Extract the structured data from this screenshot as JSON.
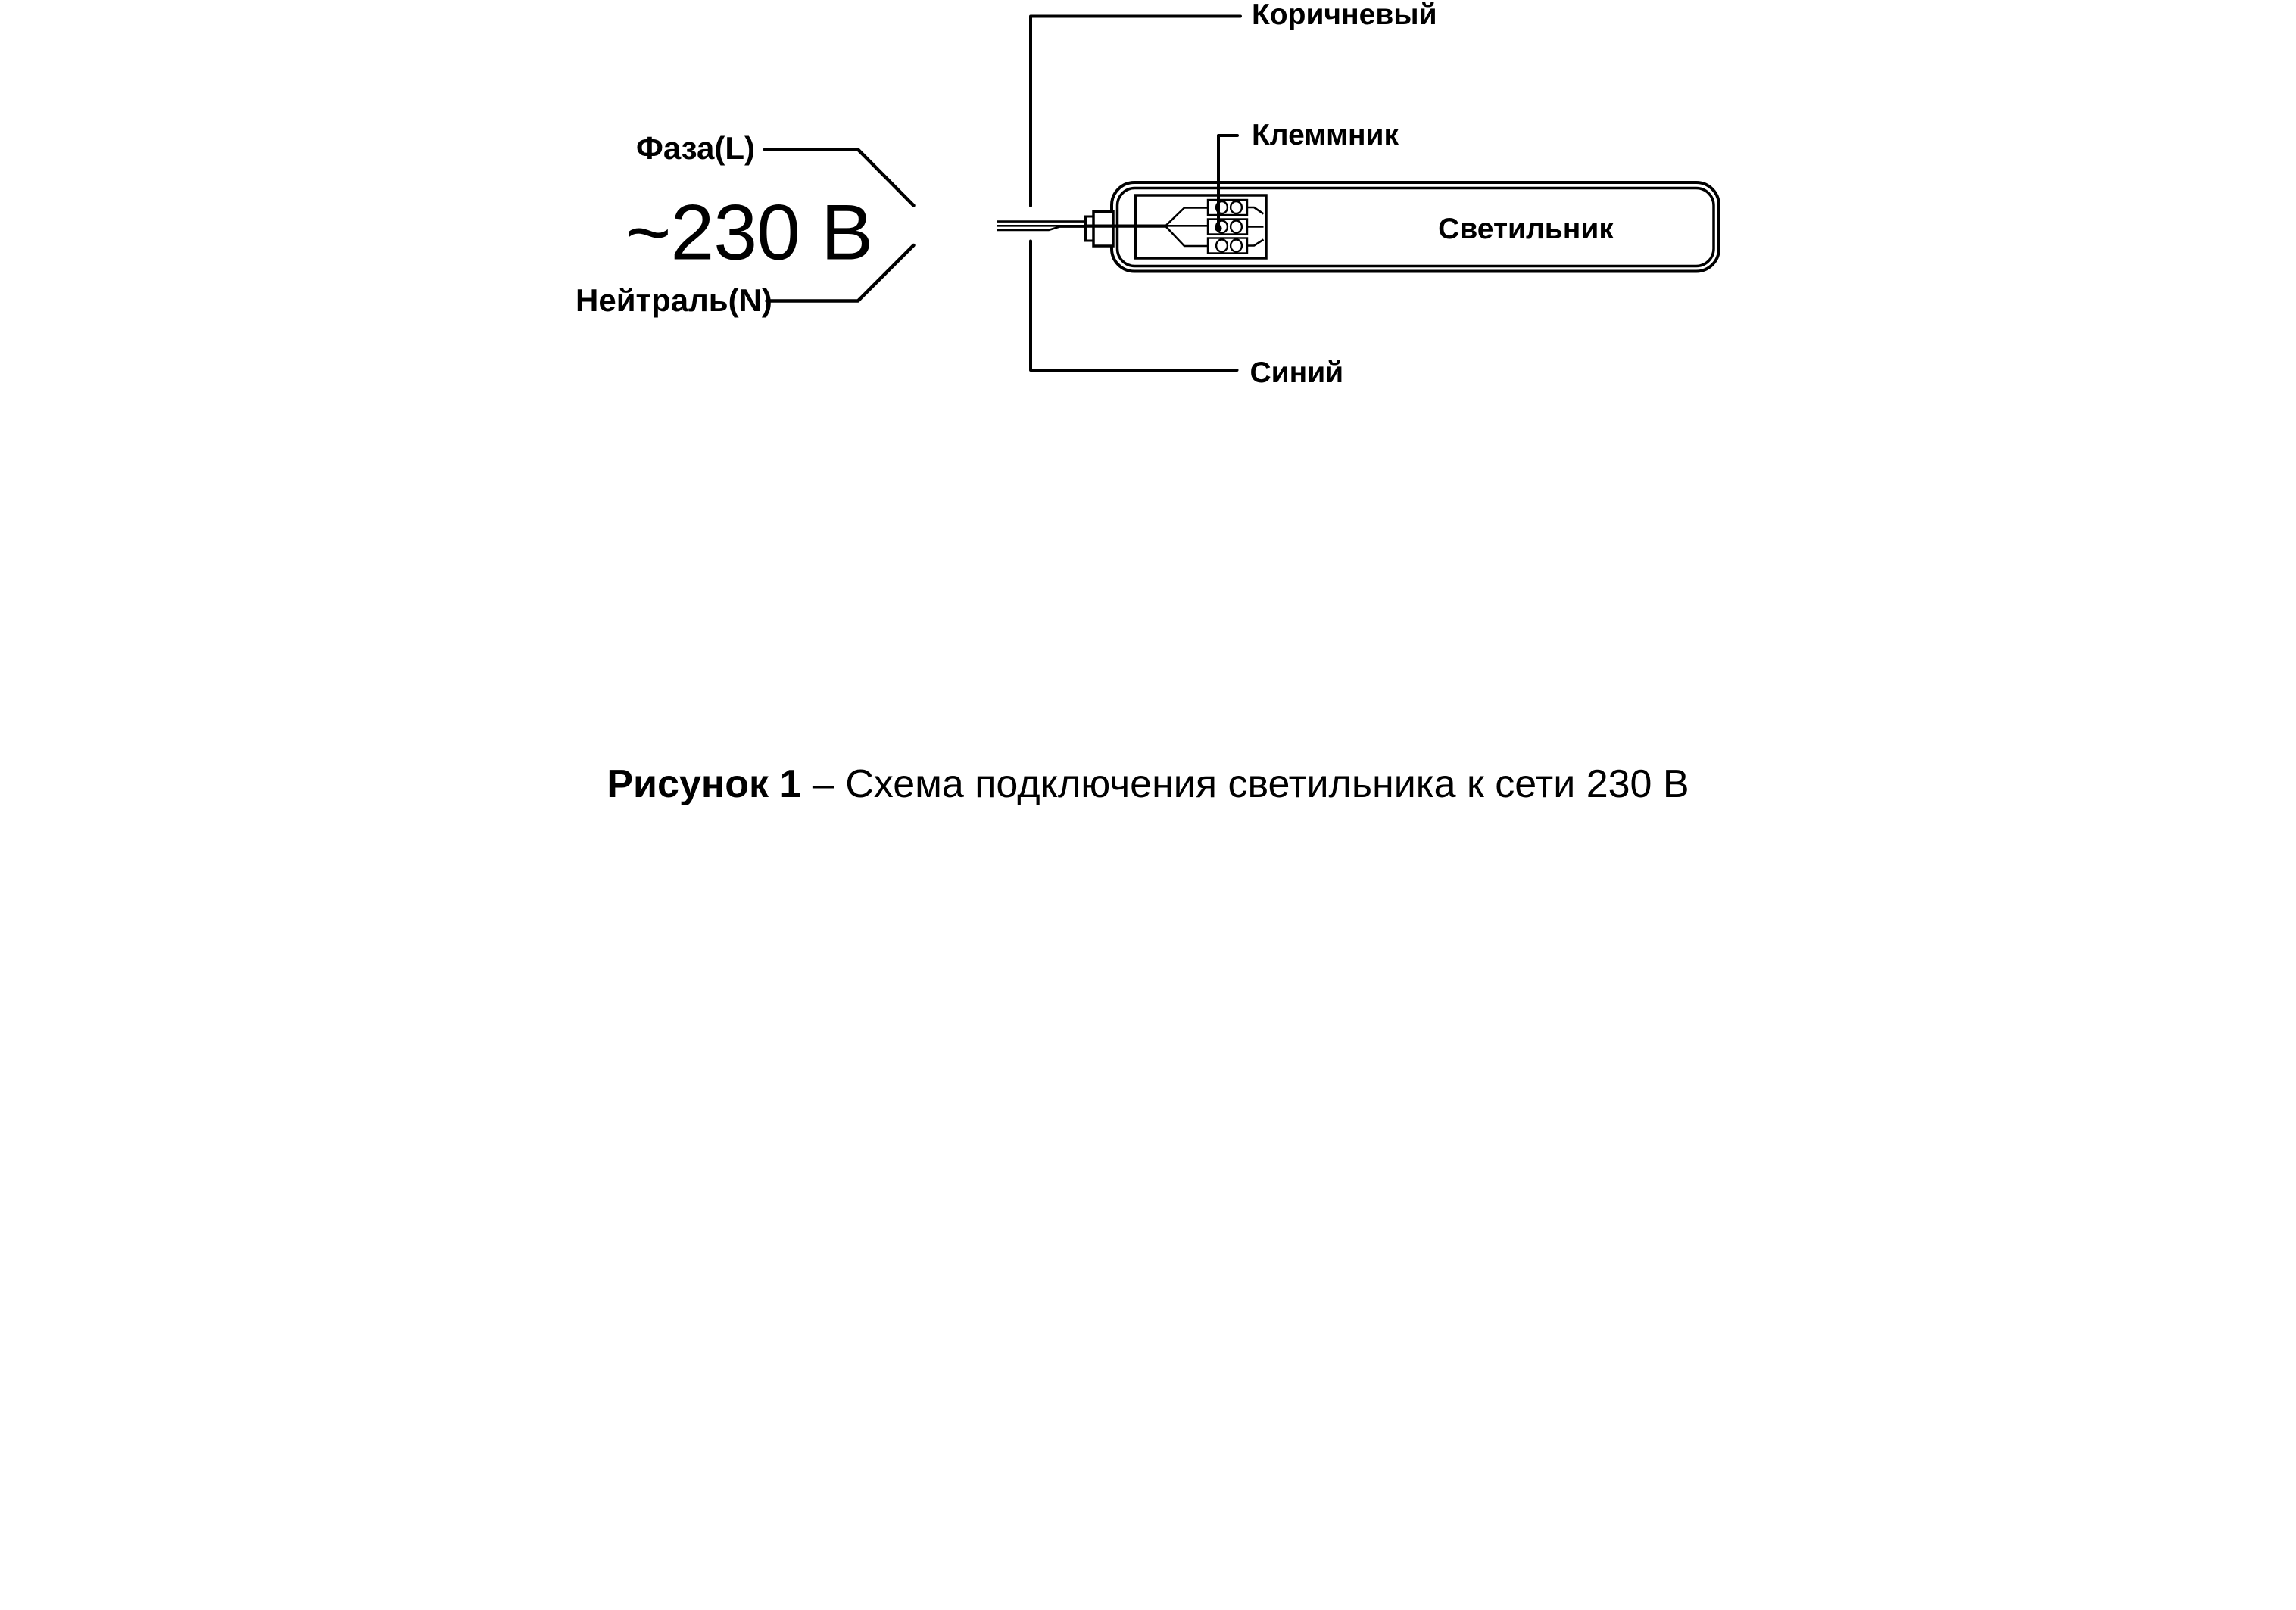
{
  "figure": {
    "type": "wiring-diagram"
  },
  "labels": {
    "phase": "Фаза(L)",
    "neutral": "Нейтраль(N)",
    "voltage": "~230 В",
    "wire_brown": "Коричневый",
    "wire_blue": "Синий",
    "terminal_block": "Клеммник",
    "luminaire": "Светильник"
  },
  "caption": {
    "prefix": "Рисунок 1",
    "rest": " – Схема подключения светильника к сети 230 В"
  },
  "colors": {
    "line": "#000000",
    "background": "#ffffff"
  }
}
